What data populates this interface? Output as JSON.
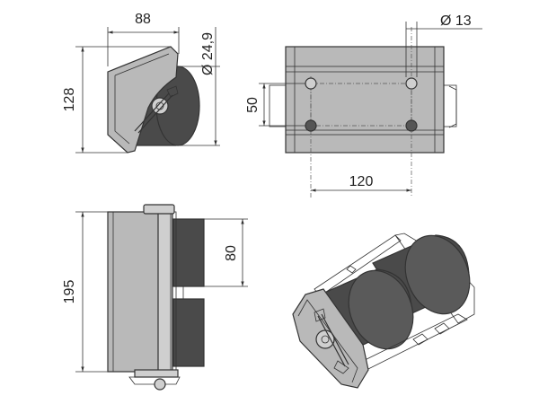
{
  "drawing": {
    "colors": {
      "body": "#b9b9b9",
      "face": "#cfcfcf",
      "roller": "#4a4a4a",
      "roller_light": "#6a6a6a",
      "line": "#333333",
      "hole": "#555555"
    },
    "side_view": {
      "width_label": "88",
      "height_label": "128",
      "diameter_label": "Ø 24,9"
    },
    "top_view": {
      "hole_label": "Ø 13",
      "spacing_x_label": "120",
      "spacing_y_label": "50"
    },
    "front_view": {
      "height_label": "195",
      "roller_label": "80"
    }
  }
}
